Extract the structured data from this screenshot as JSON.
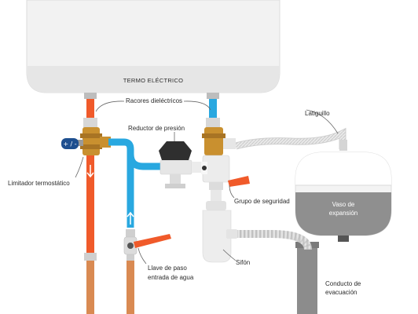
{
  "colors": {
    "hot": "#f05a2a",
    "cold": "#29a8e0",
    "copper": "#d98a52",
    "brass": "#c9902f",
    "tank": "#f2f2f2",
    "blue_knob": "#1e4f8f",
    "gray_duct": "#8c8c8c"
  },
  "labels": {
    "heater": "TERMO  ELÉCTRICO",
    "dielectric": "Racores dieléctricos",
    "reducer": "Reductor de presión",
    "hose": "Latiguillo",
    "limiter": "Limitador termostático",
    "safety": "Grupo de seguridad",
    "vessel_1": "Vaso de",
    "vessel_2": "expansión",
    "siphon": "Sifón",
    "valve_1": "Llave de paso",
    "valve_2": "entrada de agua",
    "drain_1": "Conducto de",
    "drain_2": "evacuación"
  },
  "icons": {
    "limiter_knob": "+ / -",
    "flow_down": "arrow-down-icon",
    "flow_up": "arrow-up-icon"
  }
}
